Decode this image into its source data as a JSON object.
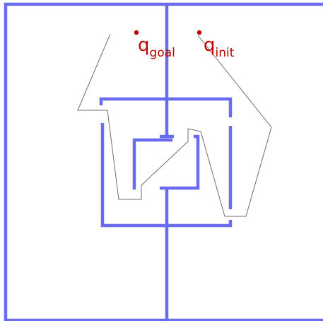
{
  "colors": {
    "wall": "#6a6cf0",
    "path": "#6e6e6e",
    "point": "#c00000",
    "background": "#ffffff"
  },
  "labels": {
    "goal": {
      "symbol": "q",
      "subscript": "goal"
    },
    "init": {
      "symbol": "q",
      "subscript": "init"
    }
  }
}
